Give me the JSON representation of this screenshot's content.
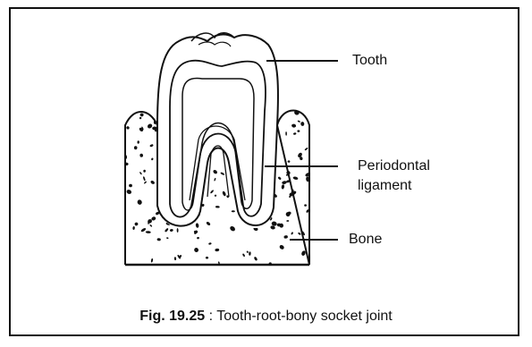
{
  "labels": {
    "tooth": "Tooth",
    "periodontal_line1": "Periodontal",
    "periodontal_line2": "ligament",
    "bone": "Bone"
  },
  "caption": {
    "fig_number": "Fig. 19.25",
    "separator": " : ",
    "text": "Tooth-root-bony socket joint"
  },
  "colors": {
    "ink": "#111111",
    "background": "#ffffff"
  }
}
